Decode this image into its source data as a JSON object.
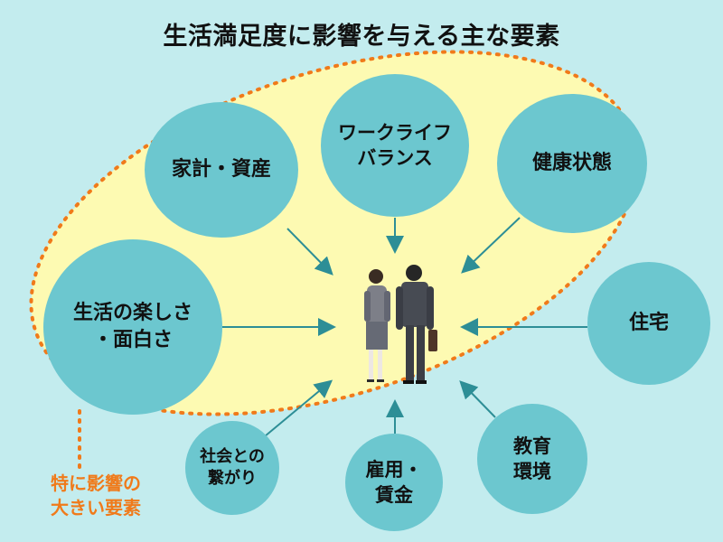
{
  "title": "生活満足度に影響を与える主な要素",
  "nodes": {
    "kakei": "家計・資産",
    "worklife": "ワークライフ\nバランス",
    "health": "健康状態",
    "fun": "生活の楽しさ\n・面白さ",
    "housing": "住宅",
    "social": "社会との\n繋がり",
    "employment": "雇用・\n賃金",
    "education": "教育\n環境"
  },
  "legend": "特に影響の\n大きい要素",
  "colors": {
    "background": "#c3ecee",
    "ellipse_fill": "#fdfab2",
    "ellipse_border": "#f07a1a",
    "node_fill": "#6cc7cf",
    "arrow": "#2d8e96",
    "title_text": "#111111",
    "legend_text": "#f07a1a"
  }
}
